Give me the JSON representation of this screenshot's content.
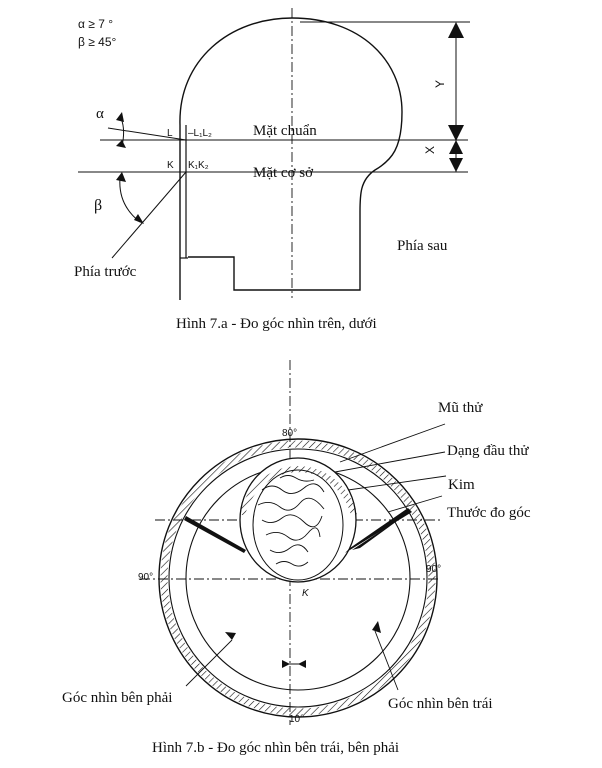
{
  "figure_a": {
    "constraint_alpha": "α ≥ 7 °",
    "constraint_beta": "β ≥ 45°",
    "label_alpha": "α",
    "label_beta": "β",
    "label_L": "L",
    "label_L1L2": "–L₁L₂",
    "label_K": "K",
    "label_K1K2": "K₁K₂",
    "reference_plane": "Mặt chuẩn",
    "base_plane": "Mặt cơ sở",
    "front_side": "Phía trước",
    "rear_side": "Phía sau",
    "dim_Y": "Y",
    "dim_X": "X",
    "caption": "Hình 7.a - Đo góc nhìn trên, dưới"
  },
  "figure_b": {
    "test_helmet": "Mũ thử",
    "test_headform": "Dạng đầu thử",
    "needle": "Kim",
    "protractor": "Thước đo góc",
    "angle_top": "80°",
    "angle_left": "90°",
    "angle_right": "90°",
    "angle_bottom": "10°",
    "label_K": "K",
    "right_view_angle": "Góc nhìn bên phải",
    "left_view_angle": "Góc nhìn bên trái",
    "caption": "Hình 7.b - Đo góc nhìn bên trái, bên phải"
  }
}
